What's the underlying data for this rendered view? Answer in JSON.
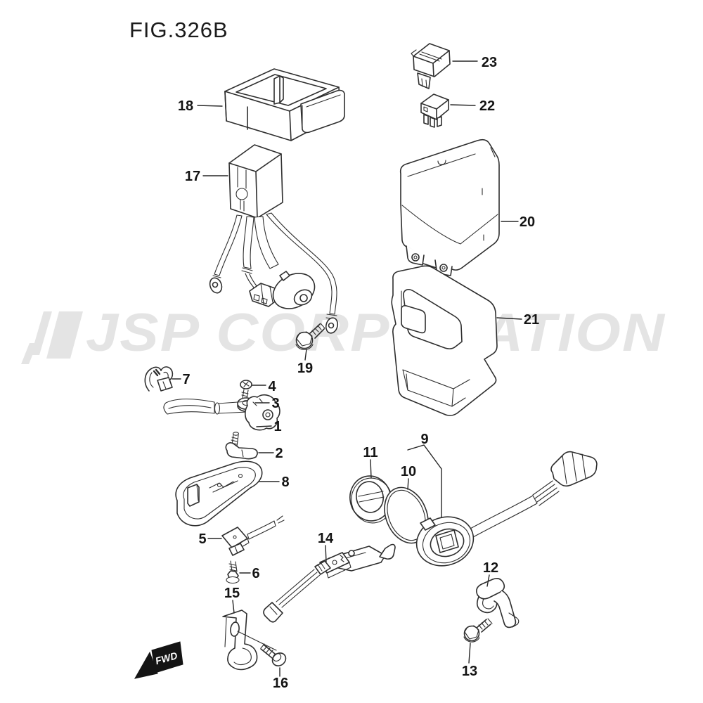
{
  "title": "FIG.326B",
  "watermark": {
    "text": "JSP CORPORATION"
  },
  "fwd_label": "FWD",
  "colors": {
    "line": "#2e2e2e",
    "label": "#141414",
    "watermark": "#e4e4e4",
    "background": "#ffffff"
  },
  "callouts": {
    "p1": {
      "label": "1"
    },
    "p2": {
      "label": "2"
    },
    "p3": {
      "label": "3"
    },
    "p4": {
      "label": "4"
    },
    "p5": {
      "label": "5"
    },
    "p6": {
      "label": "6"
    },
    "p7": {
      "label": "7"
    },
    "p8": {
      "label": "8"
    },
    "p9": {
      "label": "9"
    },
    "p10": {
      "label": "10"
    },
    "p11": {
      "label": "11"
    },
    "p12": {
      "label": "12"
    },
    "p13": {
      "label": "13"
    },
    "p14": {
      "label": "14"
    },
    "p15": {
      "label": "15"
    },
    "p16": {
      "label": "16"
    },
    "p17": {
      "label": "17"
    },
    "p18": {
      "label": "18"
    },
    "p19": {
      "label": "19"
    },
    "p20": {
      "label": "20"
    },
    "p21": {
      "label": "21"
    },
    "p22": {
      "label": "22"
    },
    "p23": {
      "label": "23"
    }
  }
}
